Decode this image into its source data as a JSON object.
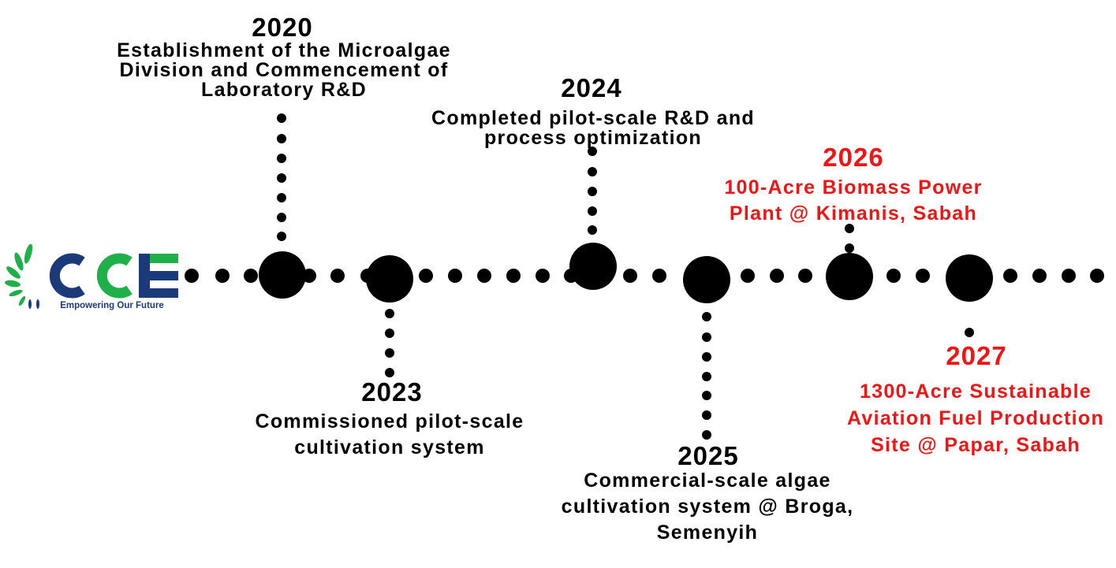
{
  "logo": {
    "text": "CCE",
    "tagline": "Empowering Our Future",
    "colors": {
      "navy": "#1b3a7a",
      "green": "#1fb04a"
    }
  },
  "colors": {
    "past": "#000000",
    "future": "#f01414"
  },
  "milestones": [
    {
      "year": "2020",
      "lines": [
        "Establishment of the Microalgae",
        "Division and Commencement  of",
        "Laboratory R&D"
      ]
    },
    {
      "year": "2023",
      "lines": [
        "Commissioned pilot-scale",
        "cultivation system"
      ]
    },
    {
      "year": "2024",
      "lines": [
        "Completed pilot-scale R&D and",
        "process optimization"
      ]
    },
    {
      "year": "2025",
      "lines": [
        "Commercial-scale algae",
        "cultivation system @ Broga,",
        "Semenyih"
      ]
    },
    {
      "year": "2026",
      "lines": [
        "100-Acre Biomass Power",
        "Plant @ Kimanis, Sabah"
      ]
    },
    {
      "year": "2027",
      "lines": [
        "1300-Acre Sustainable",
        "Aviation Fuel Production",
        "Site @ Papar, Sabah"
      ]
    }
  ]
}
